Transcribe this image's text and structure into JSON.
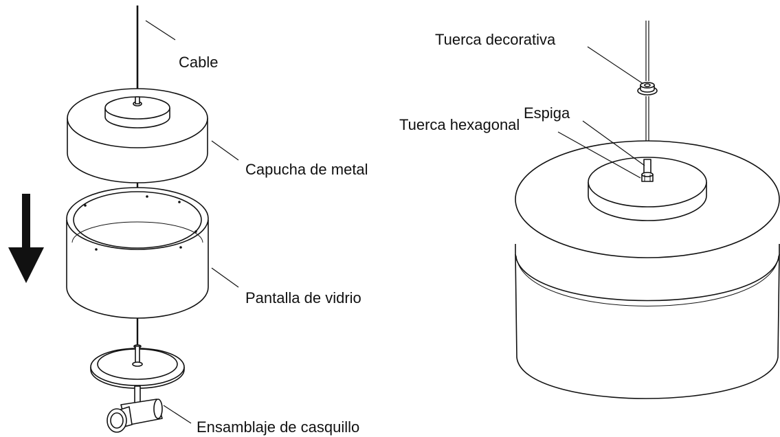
{
  "labels": {
    "cable": "Cable",
    "metal_cap": "Capucha de metal",
    "glass_shade": "Pantalla de vidrio",
    "socket_assembly": "Ensamblaje de casquillo",
    "decorative_nut": "Tuerca decorativa",
    "stem": "Espiga",
    "hex_nut": "Tuerca hexagonal"
  },
  "colors": {
    "line": "#111111",
    "background": "#ffffff"
  },
  "icons": [
    "down-arrow-icon"
  ]
}
